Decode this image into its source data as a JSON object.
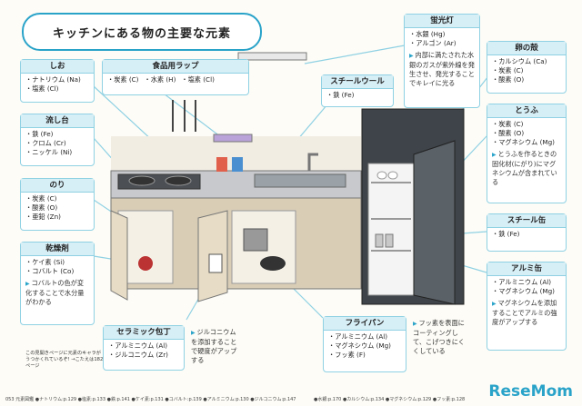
{
  "title": "キッチンにある物の主要な元素",
  "labels": {
    "shio": {
      "head": "しお",
      "items": [
        "ナトリウム (Na)",
        "塩素 (Cl)"
      ]
    },
    "wrap": {
      "head": "食品用ラップ",
      "items": [
        "炭素 (C)",
        "水素 (H)",
        "塩素 (Cl)"
      ]
    },
    "wool": {
      "head": "スチールウール",
      "items": [
        "鉄 (Fe)"
      ]
    },
    "lamp": {
      "head": "蛍光灯",
      "items": [
        "水銀 (Hg)",
        "アルゴン (Ar)"
      ],
      "note": "内部に満たされた水銀のガスが紫外線を発生させ、発光することでキレイに光る"
    },
    "egg": {
      "head": "卵の殻",
      "items": [
        "カルシウム (Ca)",
        "炭素 (C)",
        "酸素 (O)"
      ]
    },
    "tofu": {
      "head": "とうふ",
      "items": [
        "炭素 (C)",
        "酸素 (O)",
        "マグネシウム (Mg)"
      ],
      "note": "とうふを作るときの固化材(にがり)にマグネシウムが含まれている"
    },
    "sink": {
      "head": "流し台",
      "items": [
        "鉄 (Fe)",
        "クロム (Cr)",
        "ニッケル (Ni)"
      ]
    },
    "nori": {
      "head": "のり",
      "items": [
        "炭素 (C)",
        "酸素 (O)",
        "亜鉛 (Zn)"
      ]
    },
    "dry": {
      "head": "乾燥剤",
      "items": [
        "ケイ素 (Si)",
        "コバルト (Co)"
      ],
      "note": "コバルトの色が変化することで水分量がわかる"
    },
    "can": {
      "head": "スチール缶",
      "items": [
        "鉄 (Fe)"
      ]
    },
    "alcan": {
      "head": "アルミ缶",
      "items": [
        "アルミニウム (Al)",
        "マグネシウム (Mg)"
      ],
      "note": "マグネシウムを添加することでアルミの強度がアップする"
    },
    "knife": {
      "head": "セラミック包丁",
      "items": [
        "アルミニウム (Al)",
        "ジルコニウム (Zr)"
      ],
      "note": "ジルコニウムを添加することで硬度がアップする"
    },
    "pan": {
      "head": "フライパン",
      "items": [
        "アルミニウム (Al)",
        "マグネシウム (Mg)",
        "フッ素 (F)"
      ],
      "note": "フッ素を表面にコーティングして、こげつきにくくしている"
    }
  },
  "ref_note": "この見開きページに元素のキャラがうつかくれているぞ! →こたえは182ページ",
  "footer_left": "053  元素図鑑   ●ナトリウム:p.129 ●塩素:p.133 ●鉄:p.141 ●ケイ素:p.131 ●コバルト:p.139 ●アルミニウム:p.130 ●ジルコニウム:p.147",
  "footer_right": "●水銀:p.170 ●カルシウム:p.134 ●マグネシウム:p.129 ●フッ素:p.128",
  "brand": "ReseMom"
}
